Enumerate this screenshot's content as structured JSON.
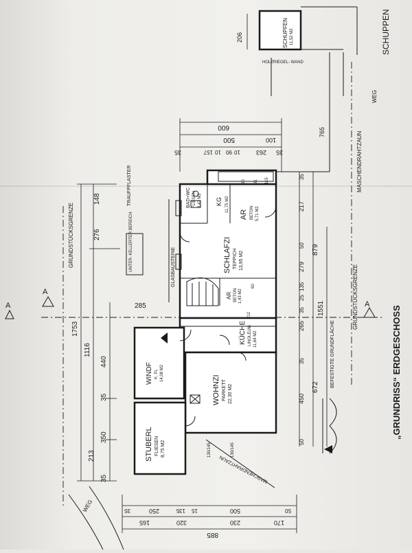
{
  "title": "„GRUNDRISS“ ERDGESCHOSS",
  "rooms": {
    "schuppen_label": "SCHUPPEN",
    "schupfen": {
      "name": "SCHUPFEN",
      "area": "11,52 M2"
    },
    "holzriegel": "HOLZRIEGEL-\nWAND",
    "badwc": {
      "name": "BAD+WC",
      "sub": "FLIESEN",
      "area": "3,47 M2"
    },
    "kg": {
      "name": "KG",
      "area": "11,75 M2"
    },
    "ar1": {
      "name": "AR",
      "sub": "BETON",
      "area": "5,71 M2"
    },
    "schlafzi": {
      "name": "SCHLAFZI",
      "sub": "TEPPICH",
      "area": "13,95 M2"
    },
    "ar2": {
      "name": "AR",
      "sub": "BETON",
      "area": "1,43 M2"
    },
    "kueche": {
      "name": "KÜCHE",
      "sub": "LINOLEUM",
      "area": "11,64 M2"
    },
    "windf": {
      "name": "WINDF",
      "sub": "K. PL",
      "area": "14,08 M2"
    },
    "wohnzi": {
      "name": "WOHNZI",
      "sub": "PARKETT",
      "area": "22,30 M2"
    },
    "stuberl": {
      "name": "STUBERL",
      "sub": "FLIESEN",
      "area": "8,75 M2"
    }
  },
  "labels": {
    "grundstuck_left": "GRUNDSTÜCKSGRENZE",
    "grundstuck_right": "GRUNDSTÜCKSGRENZE",
    "maschendraht_right": "MASCHENDRAHTZAUN",
    "maschendraht_bottom": "MASCHENDRAHTZAUN",
    "traufpflaster": "TRAUFPFLASTER",
    "unterkellert": "UNTER-\nKELLERTER\nBEREICH",
    "glasbausteine": "GLASBAUSTEINE",
    "befestigte": "BEFESTIGTE GRUNDFLÄCHE",
    "weg_right": "WEG",
    "weg_left": "WEG",
    "section_a": "A"
  },
  "dims_left": [
    "1753",
    "1116",
    "440",
    "35",
    "350",
    "213",
    "35",
    "148",
    "276",
    "285"
  ],
  "dims_right": [
    "1551",
    "879",
    "672",
    "765",
    "50",
    "450",
    "35",
    "265",
    "35",
    "25",
    "135",
    "279",
    "50",
    "217",
    "35"
  ],
  "dims_top": [
    "600",
    "500",
    "100",
    "263",
    "35",
    "35",
    "10",
    "90",
    "10",
    "157"
  ],
  "dims_bottom": [
    "885",
    "165",
    "320",
    "230",
    "170",
    "35",
    "250",
    "135",
    "15",
    "500",
    "50"
  ],
  "dims_misc": [
    "206",
    "90",
    "91",
    "60",
    "115",
    "130/145",
    "130/145",
    "20",
    "212"
  ]
}
